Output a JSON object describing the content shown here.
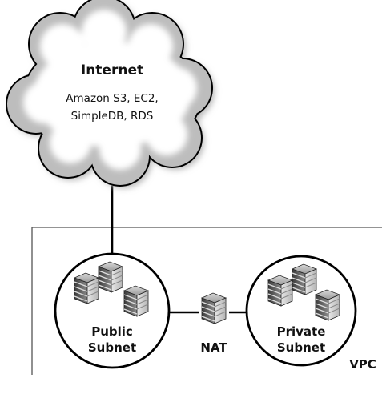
{
  "internet": {
    "title": "Internet",
    "services_line1": "Amazon S3, EC2,",
    "services_line2": "SimpleDB, RDS"
  },
  "public_subnet": {
    "line1": "Public",
    "line2": "Subnet"
  },
  "nat": {
    "label": "NAT"
  },
  "private_subnet": {
    "line1": "Private",
    "line2": "Subnet"
  },
  "vpc": {
    "label": "VPC"
  },
  "icons": [
    "cloud-icon",
    "server-rack-icon"
  ]
}
